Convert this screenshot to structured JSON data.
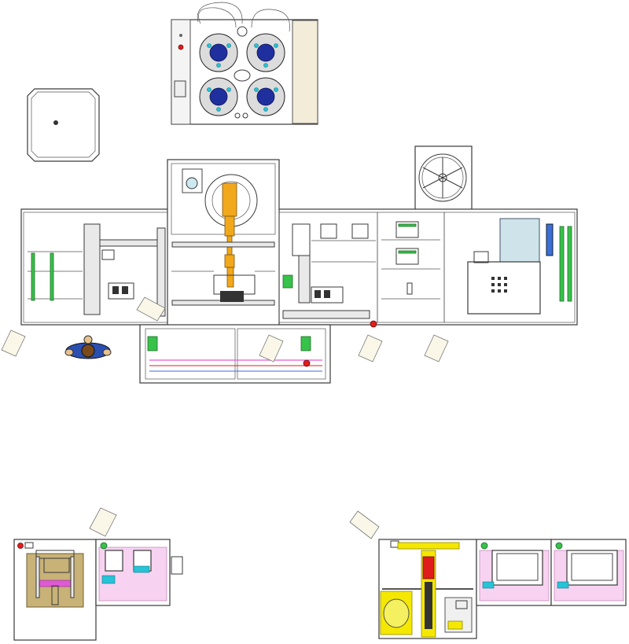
{
  "diagram": {
    "stations": [
      "spinner-module",
      "side-cabinet",
      "fan-unit",
      "main-line-left-section",
      "robot-tower-section",
      "robot-arm-section",
      "right-buffer-section",
      "right-dispense-section",
      "front-loading-cart",
      "small-cell-left",
      "small-cell-right"
    ],
    "operator_positions": 7
  },
  "colors": {
    "accent_green": "#37c24a",
    "accent_cyan": "#27c3d6",
    "accent_pink": "#f7d3f1",
    "accent_yellow": "#f5e800",
    "accent_orange": "#f2a81c",
    "accent_red": "#e01d1d",
    "accent_blue": "#1f2f9e"
  }
}
